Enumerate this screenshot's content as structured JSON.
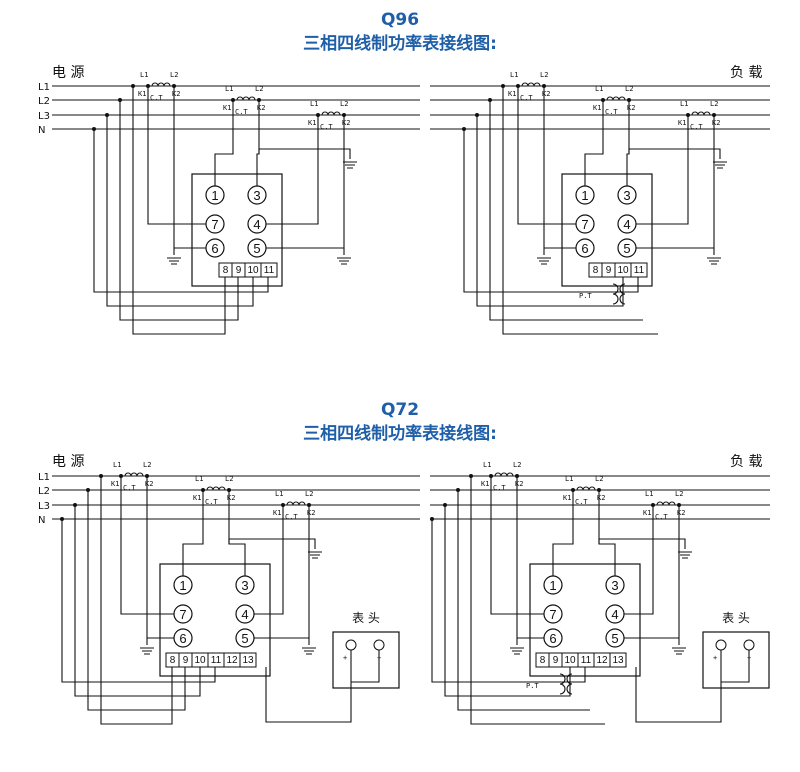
{
  "sections": [
    {
      "id": "q96",
      "model": "Q96",
      "subtitle": "三相四线制功率表接线图:",
      "source_label": "电 源",
      "load_label": "负 载",
      "lines": [
        "L1",
        "L2",
        "L3",
        "N"
      ],
      "ct_label": "C.T",
      "ct_primary": [
        "L1",
        "L2"
      ],
      "ct_secondary": [
        "K1",
        "K2"
      ],
      "terminals": [
        "1",
        "3",
        "7",
        "4",
        "6",
        "5"
      ],
      "strip_left": [
        "8",
        "9",
        "10",
        "11"
      ],
      "pt_label": "P.T"
    },
    {
      "id": "q72",
      "model": "Q72",
      "subtitle": "三相四线制功率表接线图:",
      "source_label": "电 源",
      "load_label": "负 载",
      "lines": [
        "L1",
        "L2",
        "L3",
        "N"
      ],
      "ct_label": "C.T",
      "ct_primary": [
        "L1",
        "L2"
      ],
      "ct_secondary": [
        "K1",
        "K2"
      ],
      "terminals": [
        "1",
        "3",
        "7",
        "4",
        "6",
        "5"
      ],
      "strip_left": [
        "8",
        "9",
        "10",
        "11"
      ],
      "strip_right": [
        "8",
        "9",
        "10",
        "11",
        "12",
        "13"
      ],
      "pt_label": "P.T",
      "meter_label": "表 头",
      "meter_plus": "+",
      "meter_minus": "−"
    }
  ]
}
